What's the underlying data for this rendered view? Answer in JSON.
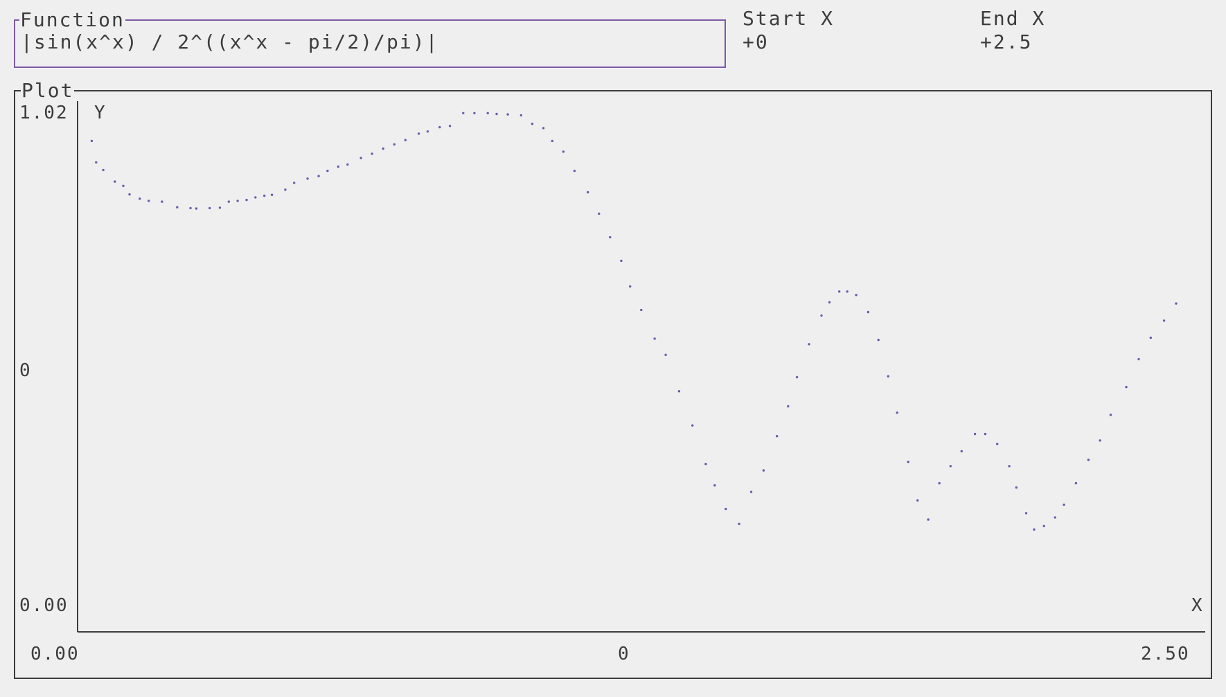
{
  "function_panel": {
    "title": "Function",
    "value": "|sin(x^x) / 2^((x^x - pi/2)/pi)|"
  },
  "start_x": {
    "label": "Start X",
    "value": "+0"
  },
  "end_x": {
    "label": "End X",
    "value": "+2.5"
  },
  "plot_panel": {
    "title": "Plot"
  },
  "colors": {
    "accent": "#7e5aa6",
    "point": "#6a5aa8",
    "text": "#3c3c3c",
    "background": "#efefef"
  },
  "chart_data": {
    "type": "scatter",
    "xlabel": "X",
    "ylabel": "Y",
    "xlim": [
      0,
      2.5
    ],
    "ylim": [
      0,
      1.02
    ],
    "x_tick_labels": [
      "0.00",
      "0",
      "2.50"
    ],
    "y_tick_labels": [
      "1.02",
      "0",
      "0.00"
    ],
    "series": [
      {
        "x": [
          0.01,
          0.02,
          0.036,
          0.062,
          0.081,
          0.095,
          0.118,
          0.138,
          0.168,
          0.202,
          0.232,
          0.245,
          0.275,
          0.298,
          0.318,
          0.338,
          0.358,
          0.378,
          0.398,
          0.415,
          0.445,
          0.465,
          0.495,
          0.52,
          0.54,
          0.564,
          0.585,
          0.615,
          0.64,
          0.665,
          0.69,
          0.715,
          0.745,
          0.765,
          0.792,
          0.815,
          0.845,
          0.87,
          0.9,
          0.92,
          0.945,
          0.975,
          1.0,
          1.025,
          1.045,
          1.07,
          1.095,
          1.125,
          1.15,
          1.175,
          1.2,
          1.22,
          1.245,
          1.275,
          1.3,
          1.33,
          1.36,
          1.39,
          1.41,
          1.435,
          1.465,
          1.492,
          1.52,
          1.55,
          1.575,
          1.595,
          1.622,
          1.65,
          1.668,
          1.69,
          1.708,
          1.728,
          1.755,
          1.778,
          1.8,
          1.82,
          1.845,
          1.866,
          1.89,
          1.915,
          1.94,
          1.965,
          1.995,
          2.018,
          2.045,
          2.072,
          2.088,
          2.11,
          2.128,
          2.15,
          2.175,
          2.195,
          2.222,
          2.25,
          2.276,
          2.3,
          2.335,
          2.363,
          2.39,
          2.42,
          2.447
        ],
        "y": [
          0.94,
          0.89,
          0.872,
          0.845,
          0.835,
          0.815,
          0.805,
          0.8,
          0.798,
          0.785,
          0.783,
          0.782,
          0.783,
          0.784,
          0.798,
          0.8,
          0.802,
          0.808,
          0.812,
          0.814,
          0.826,
          0.842,
          0.852,
          0.858,
          0.87,
          0.88,
          0.885,
          0.9,
          0.91,
          0.922,
          0.932,
          0.942,
          0.957,
          0.962,
          0.972,
          0.975,
          1.005,
          1.005,
          1.005,
          1.003,
          1.002,
          1.0,
          0.98,
          0.97,
          0.94,
          0.915,
          0.87,
          0.82,
          0.77,
          0.715,
          0.66,
          0.6,
          0.545,
          0.478,
          0.44,
          0.355,
          0.275,
          0.185,
          0.135,
          0.08,
          0.045,
          0.12,
          0.17,
          0.25,
          0.32,
          0.388,
          0.465,
          0.532,
          0.563,
          0.588,
          0.588,
          0.58,
          0.54,
          0.475,
          0.39,
          0.305,
          0.19,
          0.1,
          0.055,
          0.14,
          0.18,
          0.215,
          0.255,
          0.255,
          0.232,
          0.18,
          0.13,
          0.07,
          0.032,
          0.04,
          0.06,
          0.09,
          0.14,
          0.195,
          0.24,
          0.3,
          0.365,
          0.43,
          0.48,
          0.52,
          0.56
        ]
      }
    ]
  }
}
